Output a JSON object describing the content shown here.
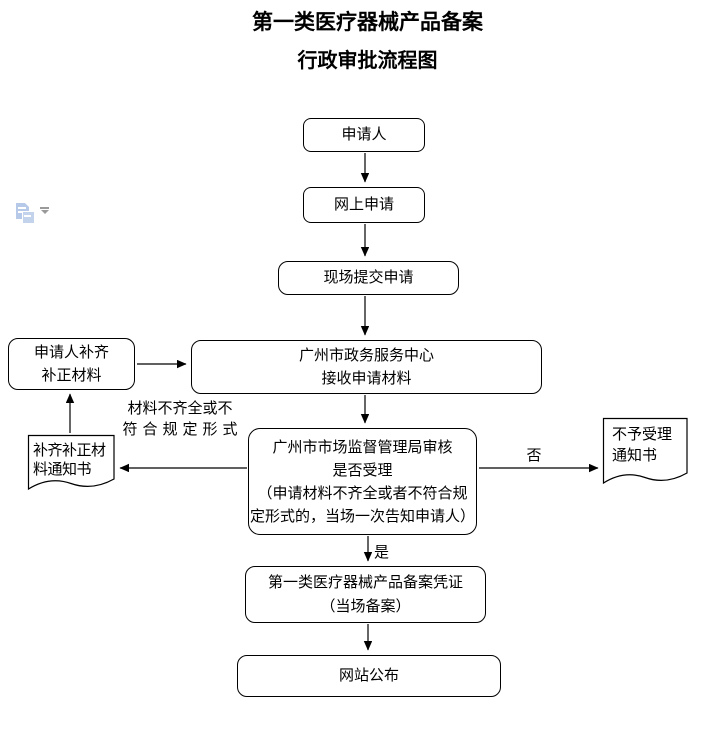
{
  "document": {
    "title_line1": "第一类医疗器械产品备案",
    "title_line2": "行政审批流程图"
  },
  "icons": {
    "paste_options": "paste-options-icon",
    "paste_dropdown": "dropdown-arrow-icon"
  },
  "colors": {
    "line": "#000000",
    "background": "#ffffff",
    "paste_icon_blue": "#b7c9e8",
    "dropdown_gray": "#9a9a9a"
  },
  "flowchart": {
    "nodes": {
      "applicant": {
        "label": "申请人"
      },
      "online_application": {
        "label": "网上申请"
      },
      "onsite_submission": {
        "label": "现场提交申请"
      },
      "service_center": {
        "lines": [
          "广州市政务服务中心",
          "接收申请材料"
        ]
      },
      "applicant_supplement": {
        "lines": [
          "申请人补齐",
          "补正材料"
        ]
      },
      "review": {
        "lines": [
          "广州市市场监督管理局审核",
          "是否受理",
          "（申请材料不齐全或者不符合规",
          "定形式的，当场一次告知申请人）"
        ]
      },
      "supplement_notice_doc": {
        "lines": [
          "补齐补正材",
          "料通知书"
        ]
      },
      "rejection_notice_doc": {
        "lines": [
          "不予受理",
          "通知书"
        ]
      },
      "certificate": {
        "lines": [
          "第一类医疗器械产品备案凭证",
          "（当场备案）"
        ]
      },
      "website_publish": {
        "label": "网站公布"
      }
    },
    "edge_labels": {
      "incomplete_line1": "材料不齐全或不",
      "incomplete_line2": "符合规定形式",
      "no": "否",
      "yes": "是"
    }
  }
}
